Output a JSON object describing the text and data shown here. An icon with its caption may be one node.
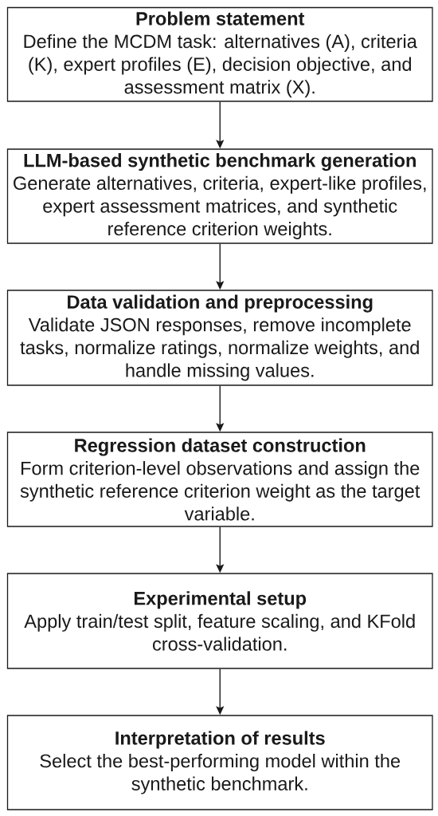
{
  "diagram": {
    "nodes": [
      {
        "text": [
          "Problem statement",
          "Define the MCDM task: alternatives (A), criteria (K), expert profiles (E), decision objective, and assessment matrix (X)."
        ]
      },
      {
        "text": [
          "LLM-based synthetic benchmark generation",
          "Generate alternatives, criteria, expert-like profiles, expert assessment matrices, and synthetic reference criterion weights."
        ]
      },
      {
        "text": [
          "Data validation and preprocessing",
          "Validate JSON responses, remove incomplete tasks, normalize ratings, normalize weights, and handle missing values."
        ]
      },
      {
        "text": [
          "Regression dataset construction",
          "Form criterion-level observations and assign the synthetic reference criterion weight as the target variable."
        ]
      },
      {
        "text": [
          "Experimental setup",
          "Apply train/test split, feature scaling, and KFold cross-validation."
        ]
      },
      {
        "text": [
          "Interpretation of results",
          "Select the best-performing model within the synthetic benchmark."
        ]
      }
    ],
    "edges": [
      {
        "from": 0,
        "to": 1,
        "arrow": "to"
      },
      {
        "from": 1,
        "to": 2,
        "arrow": "to"
      },
      {
        "from": 2,
        "to": 3,
        "arrow": "to"
      },
      {
        "from": 3,
        "to": 4,
        "arrow": "to"
      },
      {
        "from": 4,
        "to": 5,
        "arrow": "to"
      }
    ]
  }
}
